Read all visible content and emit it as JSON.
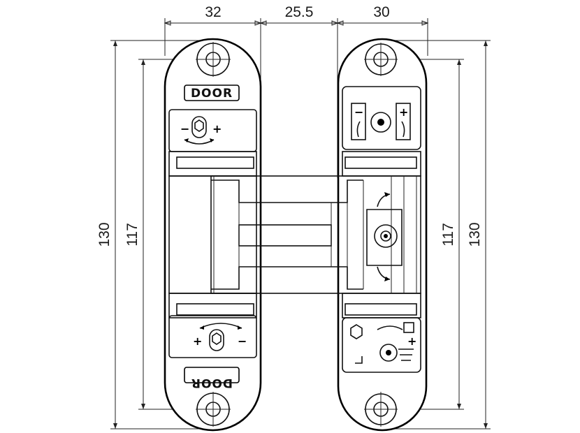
{
  "dimensions": {
    "left_plate_width": "32",
    "gap_width": "25.5",
    "right_plate_width": "30",
    "overall_height_left": "130",
    "hole_spacing_left": "117",
    "hole_spacing_right": "117",
    "overall_height_right": "130"
  },
  "labels": {
    "door_top": "DOOR",
    "door_bottom": "DOOR"
  },
  "symbols": {
    "plus": "+",
    "minus": "−"
  },
  "colors": {
    "line": "#000000",
    "background": "#ffffff"
  }
}
